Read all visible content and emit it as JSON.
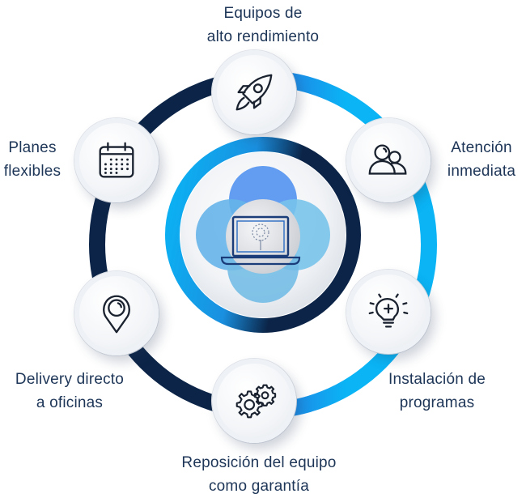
{
  "diagram": {
    "title": "",
    "colors": {
      "navy": "#0b2447",
      "bright_blue": "#0ab4f5",
      "mid_blue": "#1e88e5",
      "label_text": "#1d3557",
      "icon_stroke": "#1a2230",
      "blob_blue_top": "#4d8ff0",
      "blob_blue_left": "#5aaee8",
      "blob_blue_right": "#6ec0ea",
      "blob_blue_bottom": "#6ab8e4"
    },
    "center": {
      "icon": "laptop-with-tree-icon"
    },
    "nodes": [
      {
        "id": "top",
        "icon": "rocket-icon",
        "label_lines": [
          "Equipos de",
          "alto rendimiento"
        ]
      },
      {
        "id": "upper-right",
        "icon": "users-icon",
        "label_lines": [
          "Atención",
          "inmediata"
        ]
      },
      {
        "id": "lower-right",
        "icon": "lightbulb-plus-icon",
        "label_lines": [
          "Instalación de",
          "programas"
        ]
      },
      {
        "id": "bottom",
        "icon": "gears-icon",
        "label_lines": [
          "Reposición del equipo",
          "como garantía"
        ]
      },
      {
        "id": "lower-left",
        "icon": "location-pin-icon",
        "label_lines": [
          "Delivery directo",
          "a oficinas"
        ]
      },
      {
        "id": "upper-left",
        "icon": "calendar-icon",
        "label_lines": [
          "Planes",
          "flexibles"
        ]
      }
    ]
  }
}
